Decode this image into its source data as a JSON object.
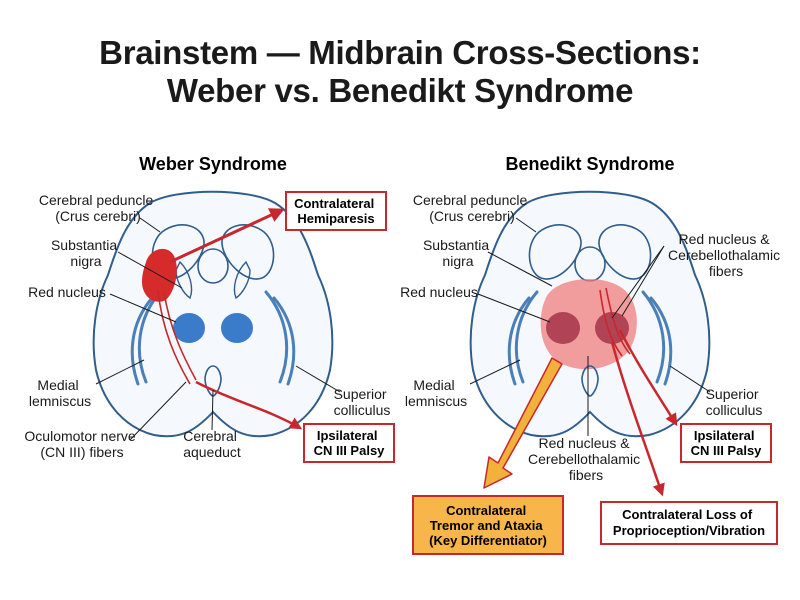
{
  "title": {
    "line1": "Brainstem — Midbrain Cross-Sections:",
    "line2": "Weber vs. Benedikt Syndrome"
  },
  "colors": {
    "outline": "#2f5d8c",
    "tract": "#4a7fb8",
    "red_nucleus": "#3a7cc9",
    "lesion_red": "#d62b2b",
    "lesion_pink": "#ef7c7c",
    "arrow_red": "#c8282d",
    "arrow_orange": "#f2b13b",
    "box_orange_fill": "#f7b54a",
    "text": "#1a1a1a"
  },
  "weber": {
    "heading": "Weber Syndrome",
    "labels": {
      "cerebral_peduncle": [
        "Cerebral peduncle",
        "(Crus cerebri)"
      ],
      "substantia_nigra": [
        "Substantia",
        "nigra"
      ],
      "red_nucleus": [
        "Red nucleus"
      ],
      "medial_lemniscus": [
        "Medial",
        "lemniscus"
      ],
      "oculomotor": [
        "Oculomotor nerve",
        "(CN III) fibers"
      ],
      "cerebral_aqueduct": [
        "Cerebral",
        "aqueduct"
      ],
      "superior_colliculus": [
        "Superior",
        "colliculus"
      ]
    },
    "boxes": {
      "hemiparesis": [
        "Contralateral",
        "Hemiparesis"
      ],
      "cn3": [
        "Ipsilateral",
        "CN III Palsy"
      ]
    }
  },
  "benedikt": {
    "heading": "Benedikt Syndrome",
    "labels": {
      "cerebral_peduncle": [
        "Cerebral peduncle",
        "(Crus cerebri)"
      ],
      "substantia_nigra": [
        "Substantia",
        "nigra"
      ],
      "red_nucleus": [
        "Red nucleus"
      ],
      "red_cerebello_top": [
        "Red nucleus &",
        "Cerebellothalamic",
        "fibers"
      ],
      "medial_lemniscus": [
        "Medial",
        "lemniscus"
      ],
      "red_cerebello_bottom": [
        "Red nucleus &",
        "Cerebellothalamic",
        "fibers"
      ],
      "superior_colliculus": [
        "Superior",
        "colliculus"
      ]
    },
    "boxes": {
      "cn3": [
        "Ipsilateral",
        "CN III Palsy"
      ],
      "tremor": [
        "Contralateral",
        "Tremor and Ataxia",
        "(Key Differentiator)"
      ],
      "proprioception": [
        "Contralateral Loss of",
        "Proprioception/Vibration"
      ]
    }
  }
}
